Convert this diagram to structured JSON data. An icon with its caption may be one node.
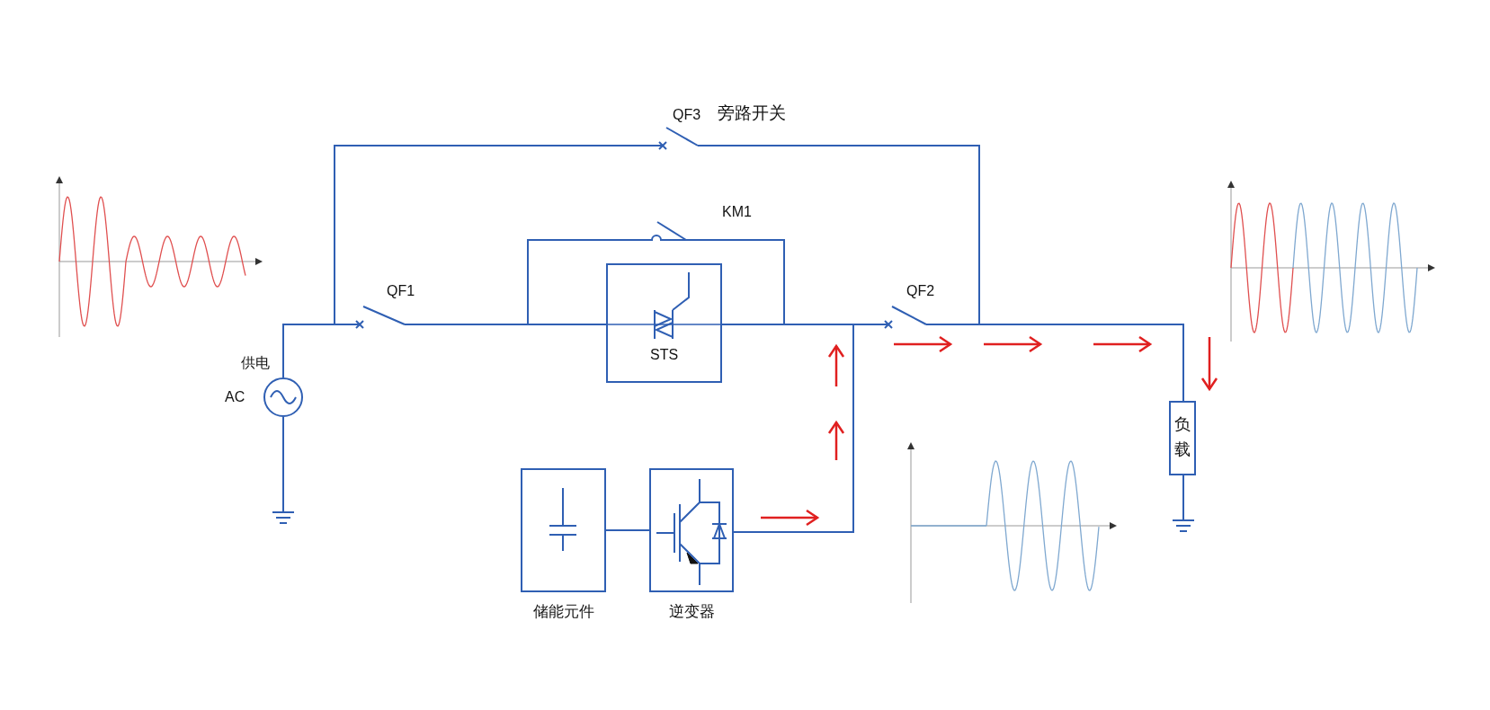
{
  "diagram": {
    "nodes": [
      {
        "text": [],
        "shape": "circle",
        "beside": [
          "供电",
          "AC"
        ]
      },
      {
        "text": [],
        "shape": "switch",
        "beside": [
          "QF1"
        ]
      },
      {
        "text": [],
        "shape": "switch",
        "beside": [
          "QF3",
          "旁路开关"
        ]
      },
      {
        "text": [],
        "shape": "switch",
        "beside": [
          "KM1"
        ]
      },
      {
        "text": [
          "STS"
        ]
      },
      {
        "text": [],
        "shape": "switch",
        "beside": [
          "QF2"
        ]
      },
      {
        "text": [
          "储能元件"
        ]
      },
      {
        "text": [
          "逆变器"
        ]
      },
      {
        "text": [
          "负载"
        ]
      },
      {
        "text": [],
        "shape": "ground"
      },
      {
        "text": [],
        "shape": "ground"
      }
    ],
    "edges": [
      {
        "from": 0,
        "to": 1,
        "arrow": "none"
      },
      {
        "from": 0,
        "to": 2,
        "arrow": "none"
      },
      {
        "from": 1,
        "to": 4,
        "arrow": "none"
      },
      {
        "from": 1,
        "to": 3,
        "arrow": "none"
      },
      {
        "from": 3,
        "to": 5,
        "arrow": "none"
      },
      {
        "from": 4,
        "to": 5,
        "arrow": "none"
      },
      {
        "from": 2,
        "to": 8,
        "arrow": "none"
      },
      {
        "from": 5,
        "to": 8,
        "arrow": "none"
      },
      {
        "from": 6,
        "to": 7,
        "arrow": "none"
      },
      {
        "from": 7,
        "to": 5,
        "arrow": "none"
      },
      {
        "from": 0,
        "to": 9,
        "arrow": "none"
      },
      {
        "from": 8,
        "to": 10,
        "arrow": "none"
      }
    ]
  }
}
